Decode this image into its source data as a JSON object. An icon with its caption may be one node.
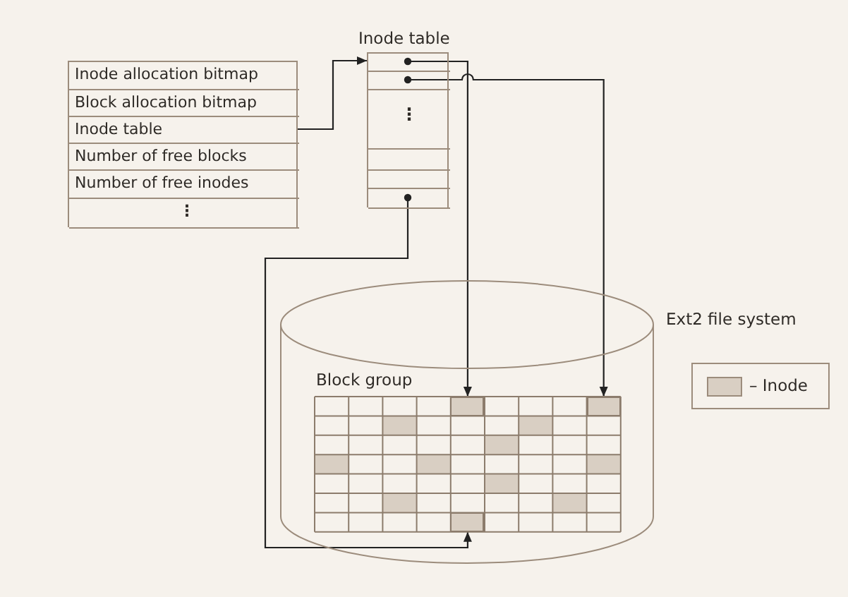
{
  "diagram": {
    "nodes": [
      {
        "text": [],
        "shape": "box"
      },
      {
        "text": [
          "Inode allocation bitmap"
        ],
        "in": 0
      },
      {
        "text": [
          "Block allocation bitmap"
        ],
        "in": 0
      },
      {
        "text": [
          "Inode table"
        ],
        "in": 0
      },
      {
        "text": [
          "Number of free blocks"
        ],
        "in": 0
      },
      {
        "text": [
          "Number of free inodes"
        ],
        "in": 0
      },
      {
        "text": [
          "⋮"
        ],
        "in": 0
      },
      {
        "text": [
          "Inode table"
        ]
      },
      {
        "text": [],
        "shape": "box",
        "in": 7
      },
      {
        "text": [],
        "shape": "box",
        "in": 7
      },
      {
        "text": [
          "⋮"
        ],
        "in": 7
      },
      {
        "text": [],
        "shape": "box",
        "in": 7
      },
      {
        "text": [],
        "shape": "box",
        "in": 7
      },
      {
        "text": [],
        "shape": "box",
        "in": 7
      },
      {
        "text": [
          "Ext2 file system"
        ]
      },
      {
        "text": [
          "Block group"
        ],
        "in": 14
      },
      {
        "text": [],
        "shape": "box",
        "in": 15
      },
      {
        "text": [],
        "shape": "box",
        "in": 15
      },
      {
        "text": [],
        "shape": "box",
        "in": 15
      }
    ],
    "edges": [
      {
        "from": 3,
        "to": 7,
        "arrow": "to"
      },
      {
        "from": 8,
        "to": 16,
        "arrow": "to"
      },
      {
        "from": 9,
        "to": 17,
        "arrow": "to"
      },
      {
        "from": 13,
        "to": 18,
        "arrow": "to"
      }
    ],
    "legend": [
      {
        "text": "– Inode",
        "color": "#d9cfc3"
      }
    ]
  }
}
